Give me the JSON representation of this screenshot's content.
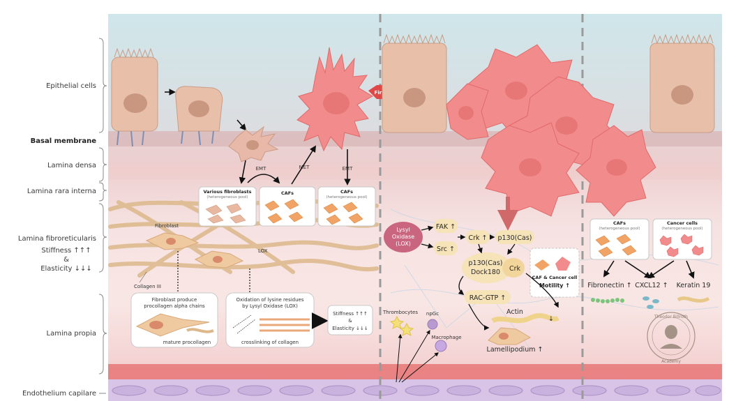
{
  "layers": {
    "epithelial": "Epithelial cells",
    "basal": "Basal membrane",
    "densa": "Lamina densa",
    "rara": "Lamina rara interna",
    "fibro": "Lamina fibroreticularis",
    "stiff": "Stiffness ↑↑↑",
    "amp": "&",
    "elastic": "Elasticity ↓↓↓",
    "propia": "Lamina propia",
    "endo": "Endothelium capilare"
  },
  "callouts": {
    "first_cancer": "First cancer cell",
    "emt1": "EMT",
    "met": "MET",
    "emt2": "EMT",
    "fibroblast": "Fibroblast",
    "lox": "LOX",
    "collagen3": "Collagen III"
  },
  "boxes": {
    "various_title": "Various fibroblasts",
    "various_sub": "(heterogeneous pool)",
    "cafs1_title": "CAFs",
    "cafs2_title": "CAFs",
    "cafs2_sub": "(heterogeneous pool)",
    "produce_l1": "Fibroblast produce",
    "produce_l2": "procollagen alpha chains",
    "mature": "mature procollagen",
    "oxid_l1": "Oxidation of lysine residues",
    "oxid_l2": "by Lysyl Oxidase (LOX)",
    "crosslink": "crosslinking of collagen",
    "res_stiff": "Stiffness ↑↑↑",
    "res_amp": "&",
    "res_elastic": "Elasticity ↓↓↓"
  },
  "pathway": {
    "lox_l1": "Lysyl",
    "lox_l2": "Oxidase",
    "lox_l3": "(LOX)",
    "fak": "FAK ↑",
    "src": "Src ↑",
    "crk": "Crk ↑",
    "p130": "p130(Cas)",
    "complex_l1": "p130(Cas)",
    "complex_l2": "Dock180",
    "complex_crk": "Crk",
    "rac": "RAC-GTP ↑",
    "actin": "Actin",
    "actin_arrow": "↓",
    "lamelli": "Lamellipodium ↑",
    "motility_t1": "CAF & Cancer cell",
    "motility_t2": "Motility ↑",
    "thrombo": "Thrombocytes",
    "npgc": "npGc",
    "macro": "Macrophage"
  },
  "right": {
    "cafs_title": "CAFs",
    "cafs_sub": "(heterogeneous pool)",
    "cancer_title": "Cancer cells",
    "cancer_sub": "(heterogeneous pool)",
    "fibronectin": "Fibronectin ↑",
    "cxcl12": "CXCL12 ↑",
    "keratin": "Keratin 19"
  },
  "seal": {
    "name": "Theodor Billroth",
    "sub": "Academy"
  },
  "colors": {
    "cancer": "#f28b8b",
    "normal_cell": "#e8c0aa",
    "lox": "#c9657f",
    "pill": "#f6e3b8",
    "callout": "#e04848"
  }
}
